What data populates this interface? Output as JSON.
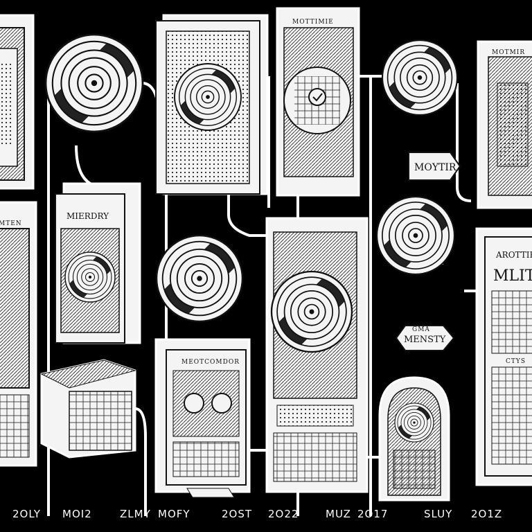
{
  "titles": {
    "card_left_middle": "MIERDRY",
    "card_left_top_edge": "MTEN",
    "card_top_center": "MOTTIMIE",
    "card_top_right": "MOTMIR",
    "card_bottom_center": "MEOTCOMDOR",
    "card_right_bottom_a": "AROTTIR",
    "card_right_bottom_b": "MLITIS",
    "tag_motir": "MOYTIR",
    "tag_mensty": "MENSTY",
    "tag_small_mensty": "GMA",
    "tag_small_cal": "CTYS"
  },
  "timeline": [
    {
      "label": "2OLY"
    },
    {
      "label": "MOI2"
    },
    {
      "label": "ZLMY"
    },
    {
      "label": "MOFY"
    },
    {
      "label": "2OST"
    },
    {
      "label": "2O22"
    },
    {
      "label": "MUZ"
    },
    {
      "label": "2O17"
    },
    {
      "label": "SLUY"
    },
    {
      "label": "2O1Z"
    }
  ],
  "colors": {
    "background": "#000000",
    "paper": "#f4f4f4",
    "ink": "#111111",
    "line": "#ffffff"
  }
}
